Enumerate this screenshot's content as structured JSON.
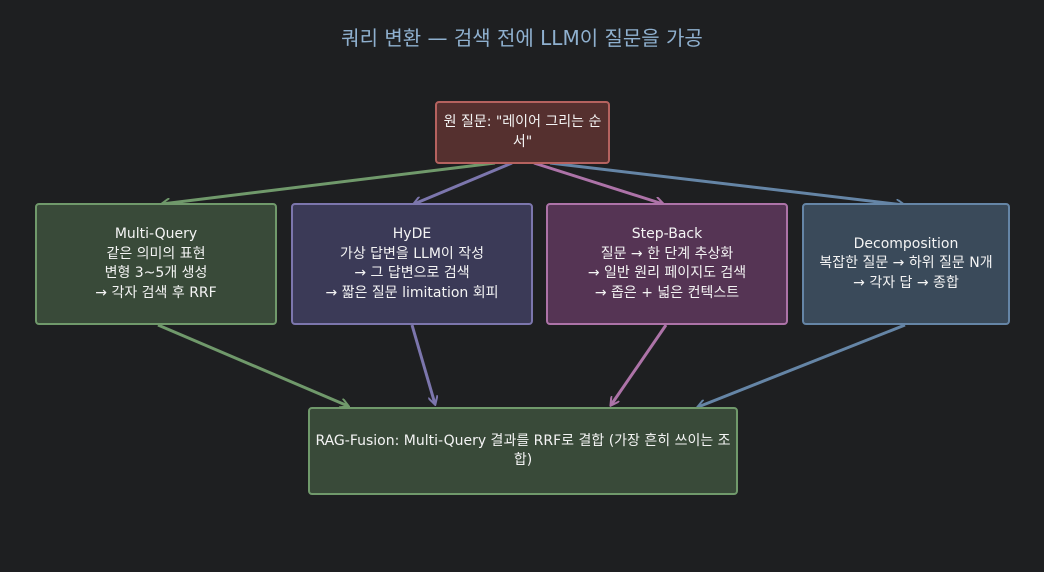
{
  "title": "쿼리 변환 — 검색 전에 LLM이 질문을 가공",
  "nodes": {
    "root": "원 질문: \"레이어 그리는 순서\"",
    "multi_query": "Multi-Query\n같은 의미의 표현\n변형 3~5개 생성\n→ 각자 검색 후 RRF",
    "hyde": "HyDE\n가상 답변을 LLM이 작성\n→ 그 답변으로 검색\n→ 짧은 질문 limitation 회피",
    "step_back": "Step-Back\n질문 → 한 단계 추상화\n→ 일반 원리 페이지도 검색\n→ 좁은 + 넓은 컨텍스트",
    "decomposition": "Decomposition\n복잡한 질문 → 하위 질문 N개\n→ 각자 답 → 종합",
    "rag_fusion": "RAG-Fusion: Multi-Query 결과를 RRF로 결합 (가장 흔히 쓰이는 조합)"
  },
  "colors": {
    "background": "#1e1f21",
    "title": "#8fb0cf",
    "green": "#70996b",
    "purple": "#7c76ad",
    "magenta": "#ad73a8",
    "steel_blue": "#6585a6",
    "red": "#b5625f"
  }
}
